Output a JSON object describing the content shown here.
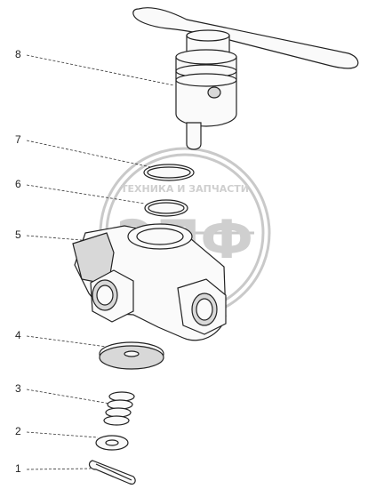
{
  "callouts": [
    {
      "id": "8",
      "label": "8"
    },
    {
      "id": "7",
      "label": "7"
    },
    {
      "id": "6",
      "label": "6"
    },
    {
      "id": "5",
      "label": "5"
    },
    {
      "id": "4",
      "label": "4"
    },
    {
      "id": "3",
      "label": "3"
    },
    {
      "id": "2",
      "label": "2"
    },
    {
      "id": "1",
      "label": "1"
    }
  ],
  "watermark": {
    "top_text": "ТЕХНИКА И ЗАПЧАСТИ",
    "logo_text": "ЭПФ"
  },
  "colors": {
    "line": "#333333",
    "part_fill": "#fafafa",
    "shade": "#d8d8d8",
    "watermark": "#cfcfcf"
  }
}
